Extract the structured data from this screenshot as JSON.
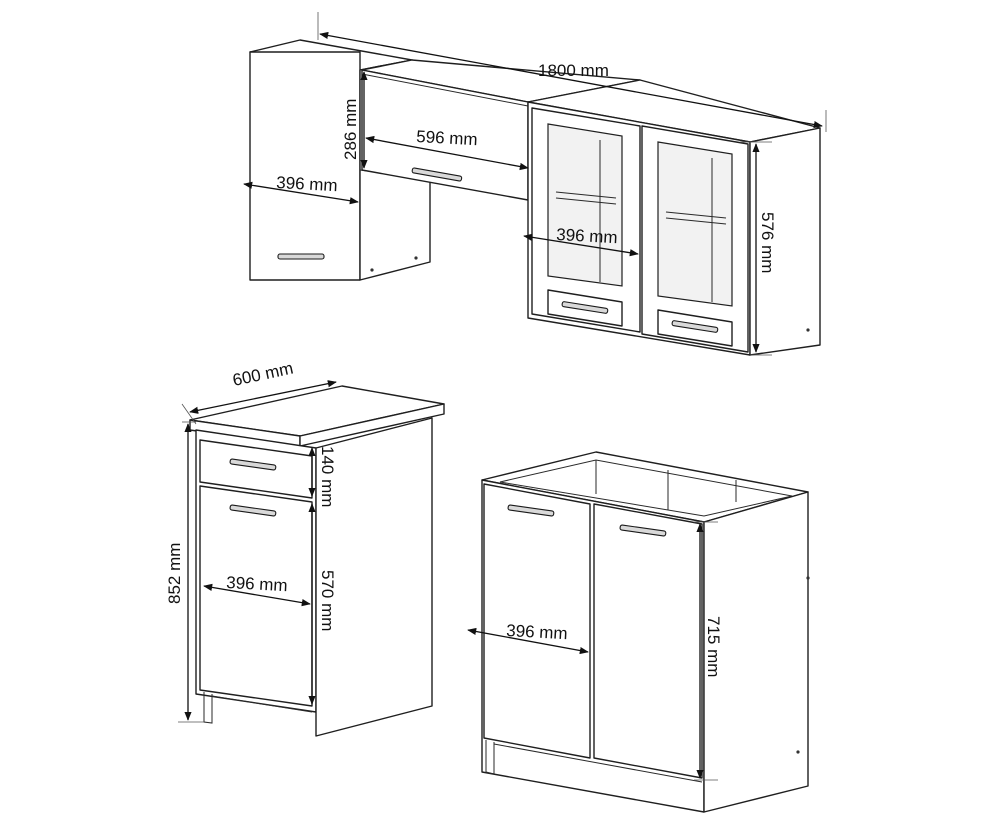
{
  "dimensions": {
    "wall_total_width": "1800 mm",
    "wall_flap_height": "286 mm",
    "wall_flap_width": "596 mm",
    "wall_left_width": "396 mm",
    "wall_glass_width": "396 mm",
    "wall_glass_height": "576 mm",
    "base_drawer_depth": "600 mm",
    "base_drawer_total_height": "852 mm",
    "base_drawer_drawer_height": "140 mm",
    "base_drawer_width": "396 mm",
    "base_drawer_door_height": "570 mm",
    "sink_door_width": "396 mm",
    "sink_height": "715 mm"
  }
}
